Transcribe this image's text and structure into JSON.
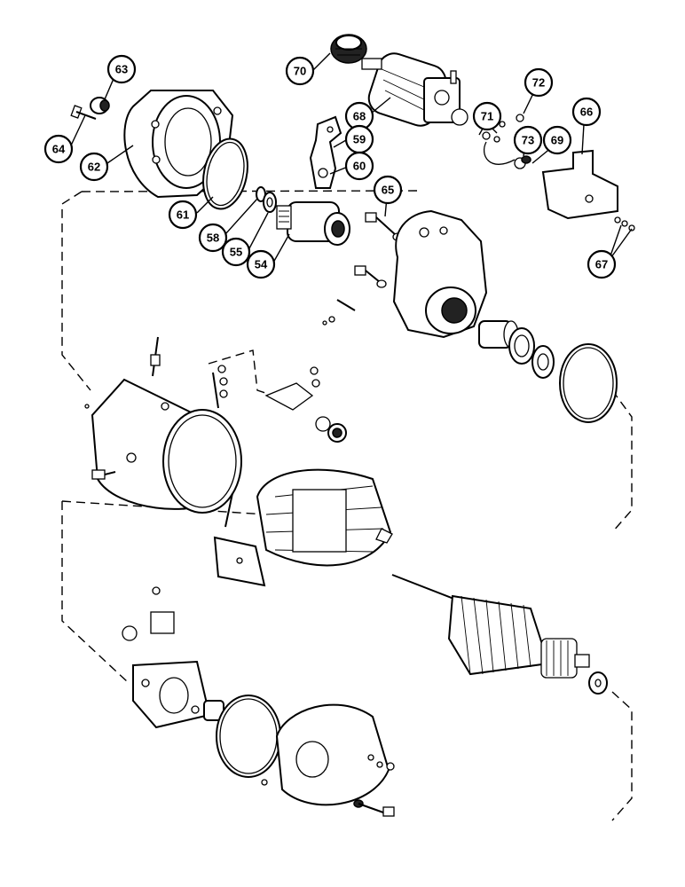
{
  "callouts": [
    {
      "id": "c70",
      "label": "70"
    },
    {
      "id": "c63",
      "label": "63"
    },
    {
      "id": "c64",
      "label": "64"
    },
    {
      "id": "c62",
      "label": "62"
    },
    {
      "id": "c68",
      "label": "68"
    },
    {
      "id": "c72",
      "label": "72"
    },
    {
      "id": "c71",
      "label": "71"
    },
    {
      "id": "c73",
      "label": "73"
    },
    {
      "id": "c69",
      "label": "69"
    },
    {
      "id": "c66",
      "label": "66"
    },
    {
      "id": "c59",
      "label": "59"
    },
    {
      "id": "c60",
      "label": "60"
    },
    {
      "id": "c65",
      "label": "65"
    },
    {
      "id": "c61",
      "label": "61"
    },
    {
      "id": "c58",
      "label": "58"
    },
    {
      "id": "c55",
      "label": "55"
    },
    {
      "id": "c54",
      "label": "54"
    },
    {
      "id": "c67",
      "label": "67"
    }
  ]
}
